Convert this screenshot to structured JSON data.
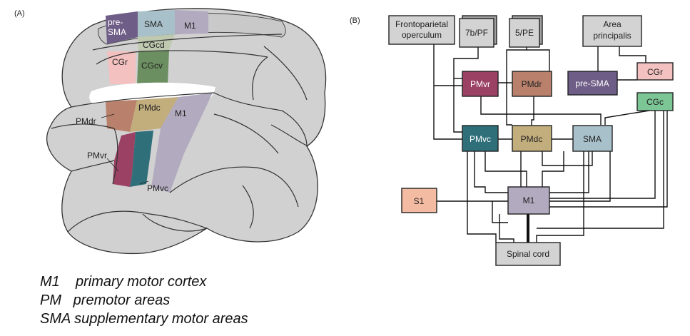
{
  "panel_a": {
    "label": "(A)",
    "regions": {
      "pre_sma": [
        "pre-",
        "SMA"
      ],
      "sma": "SMA",
      "m1_top": "M1",
      "cgcd": "CGcd",
      "cgr": "CGr",
      "cgcv": "CGcv",
      "pmdc": "PMdc",
      "m1_lateral": "M1",
      "pmdr": "PMdr",
      "pmvr": "PMvr",
      "pmvc": "PMvc"
    }
  },
  "panel_b": {
    "label": "(B)",
    "boxes": {
      "frontoparietal": [
        "Frontoparietal",
        "operculum"
      ],
      "b7b_pf": "7b/PF",
      "b5_pe": "5/PE",
      "area_principalis": [
        "Area",
        "principalis"
      ],
      "cgr": "CGr",
      "pmvr": "PMvr",
      "pmdr": "PMdr",
      "pre_sma": "pre-SMA",
      "cgc": "CGc",
      "pmvc": "PMvc",
      "pmdc": "PMdc",
      "sma": "SMA",
      "s1": "S1",
      "m1": "M1",
      "spinal_cord": "Spinal cord"
    }
  },
  "legend": {
    "m1": "M1    primary motor cortex",
    "pm": "PM   premotor areas",
    "sma": "SMA supplementary motor areas"
  },
  "colors": {
    "brain": "#d1d1d1",
    "pre_sma": "#6e5d86",
    "sma": "#a8c0c9",
    "m1": "#b2aabf",
    "cgcd": "#bfc9b0",
    "cgr": "#f3c2c0",
    "cgcv": "#6c8f61",
    "pmdc": "#c2ad7d",
    "pmdr": "#b9816c",
    "pmvr": "#9b4264",
    "pmvc": "#2f6f7a",
    "cgc": "#7cc595",
    "s1": "#f4bba3",
    "grey_box": "#d3d3d3"
  }
}
